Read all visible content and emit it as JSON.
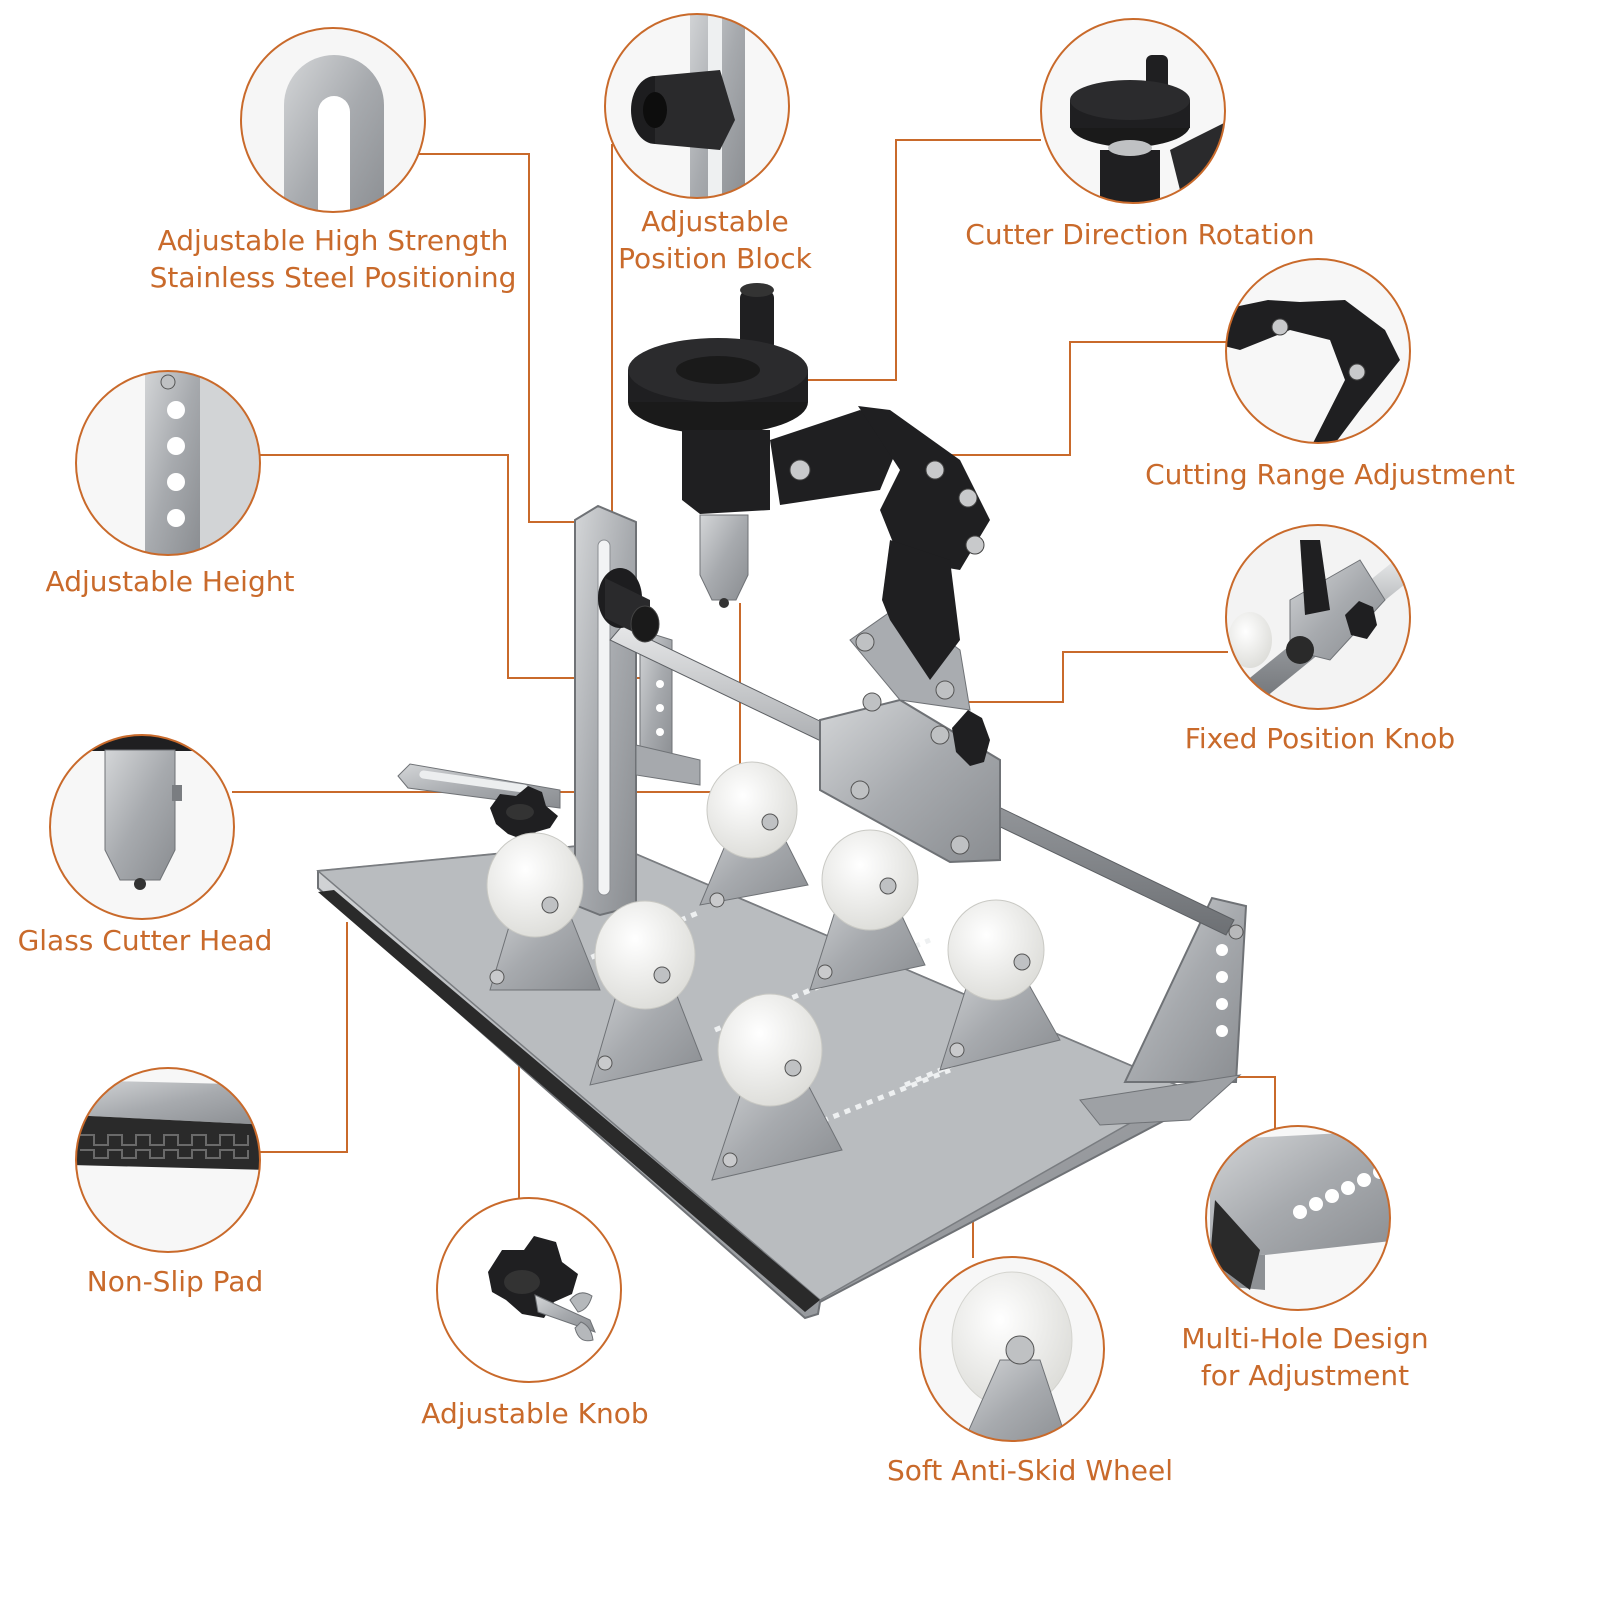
{
  "colors": {
    "accent": "#c96a2b",
    "steel": "#a9acb0",
    "dark_metal": "#1f1f21",
    "wheel": "#f4f4f2",
    "pad": "#2a2a2a"
  },
  "callouts": [
    {
      "id": "positioning",
      "lines": [
        "Adjustable High Strength",
        "Stainless Steel Positioning"
      ],
      "icon": "slotted-steel-plate-icon"
    },
    {
      "id": "position_block",
      "lines": [
        "Adjustable",
        "Position Block"
      ],
      "icon": "position-block-icon"
    },
    {
      "id": "cutter_rotation",
      "lines": [
        "Cutter Direction Rotation"
      ],
      "icon": "rotation-knob-icon"
    },
    {
      "id": "cutting_range",
      "lines": [
        "Cutting Range Adjustment"
      ],
      "icon": "hinged-arm-icon"
    },
    {
      "id": "height",
      "lines": [
        "Adjustable Height"
      ],
      "icon": "perforated-bar-icon"
    },
    {
      "id": "fixed_knob",
      "lines": [
        "Fixed Position Knob"
      ],
      "icon": "fixed-knob-icon"
    },
    {
      "id": "cutter_head",
      "lines": [
        "Glass Cutter Head"
      ],
      "icon": "cutter-head-icon"
    },
    {
      "id": "non_slip",
      "lines": [
        "Non-Slip Pad"
      ],
      "icon": "non-slip-pad-icon"
    },
    {
      "id": "adj_knob",
      "lines": [
        "Adjustable Knob"
      ],
      "icon": "star-knob-icon"
    },
    {
      "id": "multi_hole",
      "lines": [
        "Multi-Hole Design",
        "for Adjustment"
      ],
      "icon": "multi-hole-bracket-icon"
    },
    {
      "id": "wheel",
      "lines": [
        "Soft Anti-Skid Wheel"
      ],
      "icon": "anti-skid-wheel-icon"
    }
  ]
}
